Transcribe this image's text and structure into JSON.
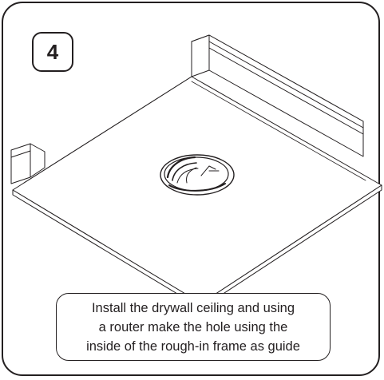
{
  "step": {
    "number": "4"
  },
  "caption": {
    "lines": [
      "Install the drywall ceiling and using",
      "a router make the hole using the",
      "inside of the rough-in frame as guide"
    ]
  },
  "colors": {
    "stroke": "#231f20",
    "background": "#ffffff"
  }
}
